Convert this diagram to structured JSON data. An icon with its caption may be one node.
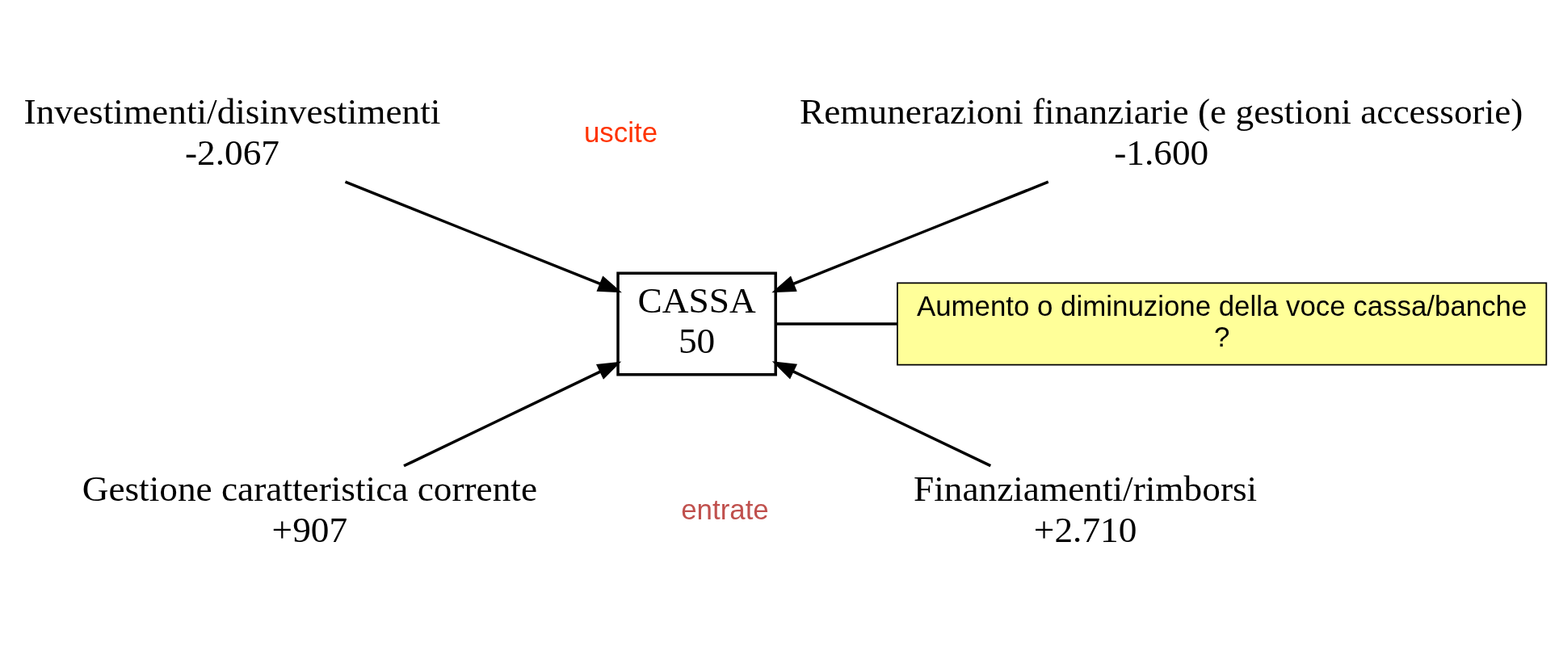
{
  "diagram": {
    "nodes": [
      {
        "text": [
          "Investimenti/disinvestimenti",
          "-2.067"
        ]
      },
      {
        "text": [
          "Remunerazioni finanziarie (e gestioni accessorie)",
          "-1.600"
        ]
      },
      {
        "text": [
          "CASSA",
          "50"
        ]
      },
      {
        "text": [
          "Aumento o diminuzione della voce cassa/banche",
          "?"
        ]
      },
      {
        "text": [
          "Gestione caratteristica corrente",
          "+907"
        ]
      },
      {
        "text": [
          "Finanziamenti/rimborsi",
          "+2.710"
        ]
      }
    ],
    "edges": [
      {
        "from": 0,
        "to": 2,
        "arrow": "to"
      },
      {
        "from": 1,
        "to": 2,
        "arrow": "to"
      },
      {
        "from": 3,
        "to": 2,
        "arrow": "none"
      },
      {
        "from": 4,
        "to": 2,
        "arrow": "to"
      },
      {
        "from": 5,
        "to": 2,
        "arrow": "to"
      }
    ],
    "labels": [
      "uscite",
      "entrate"
    ]
  }
}
